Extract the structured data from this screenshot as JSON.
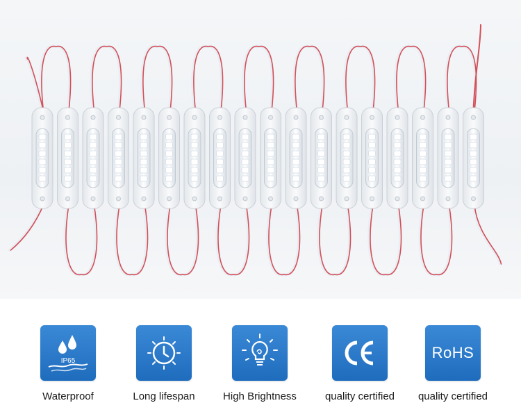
{
  "features": [
    {
      "icon": "water-drops-ip65-icon",
      "badge_text": "IP65",
      "label": "Waterproof"
    },
    {
      "icon": "clock-icon",
      "label": "Long lifespan"
    },
    {
      "icon": "light-bulb-icon",
      "label": "High Brightness"
    },
    {
      "icon": "ce-mark-icon",
      "label": "quality certified"
    },
    {
      "icon": "rohs-mark-icon",
      "badge_text": "RoHS",
      "label": "quality certified"
    }
  ],
  "product": {
    "module_count": 18,
    "colors": {
      "module_body": "#f2f4f6",
      "led_chip": "#ffffff",
      "wire_red": "#d2505a",
      "wire_white": "#e9eef3",
      "badge_blue": "#2a7bc9"
    }
  }
}
